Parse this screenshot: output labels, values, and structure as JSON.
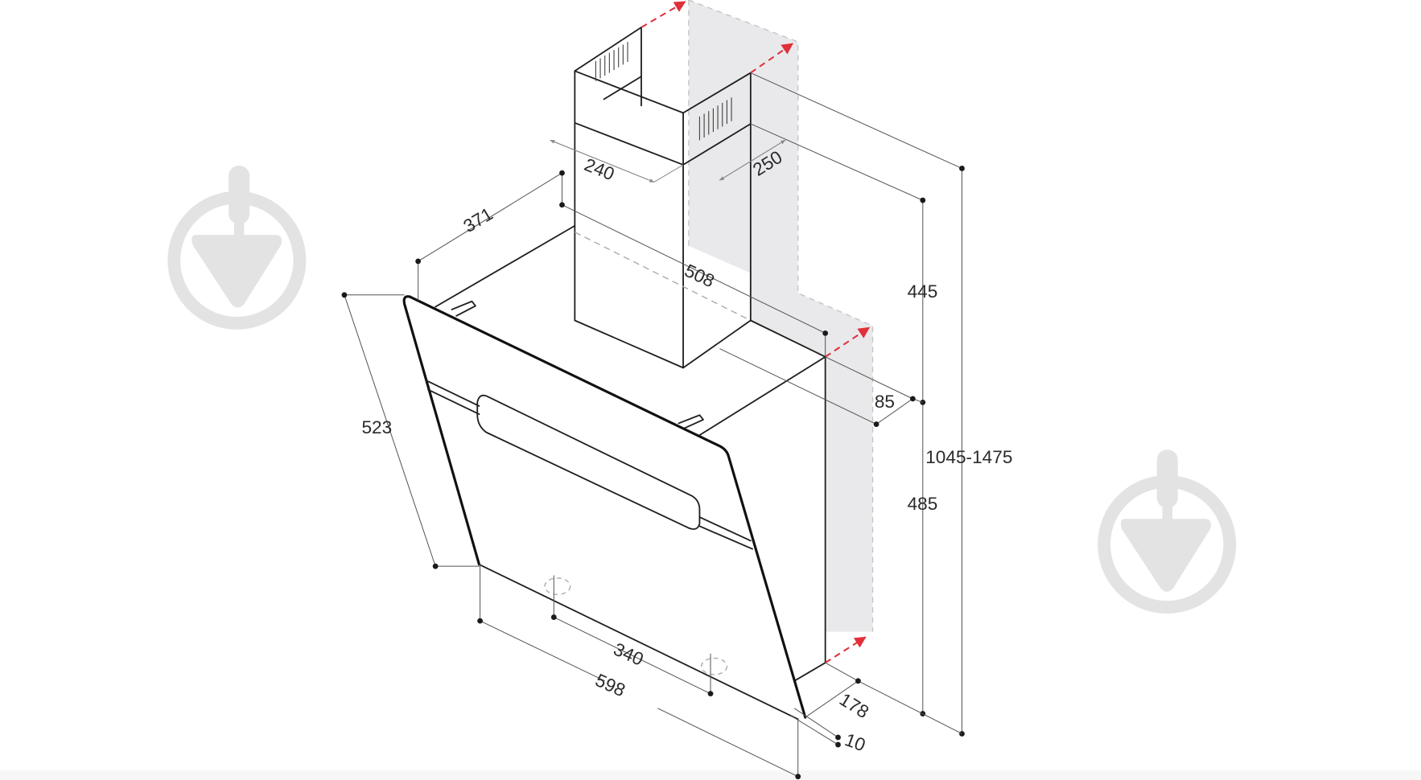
{
  "diagram": {
    "subject": "Inclined wall-mounted cooker hood with telescopic chimney — dimensional drawing",
    "units": "mm",
    "colors": {
      "line": "#1e1e1e",
      "dimension_line": "#555555",
      "wall_fill": "#e9e9eb",
      "airflow_arrow": "#e0303a",
      "watermark": "#e3e3e3",
      "background": "#ffffff"
    },
    "dimensions": {
      "chimney_width": "240",
      "chimney_depth": "250",
      "hood_top_depth": "371",
      "hood_depth_total": "508",
      "front_panel_height": "523",
      "chimney_height_upper": "445",
      "hood_body_height": "485",
      "total_height_range": "1045-1475",
      "wall_offset": "85",
      "mounting_hole_spacing": "340",
      "hood_width": "598",
      "bottom_depth": "178",
      "glass_thickness": "10"
    },
    "airflow_arrows": 4,
    "watermarks": [
      {
        "name": "trowel-logo-left"
      },
      {
        "name": "trowel-logo-right"
      }
    ]
  }
}
